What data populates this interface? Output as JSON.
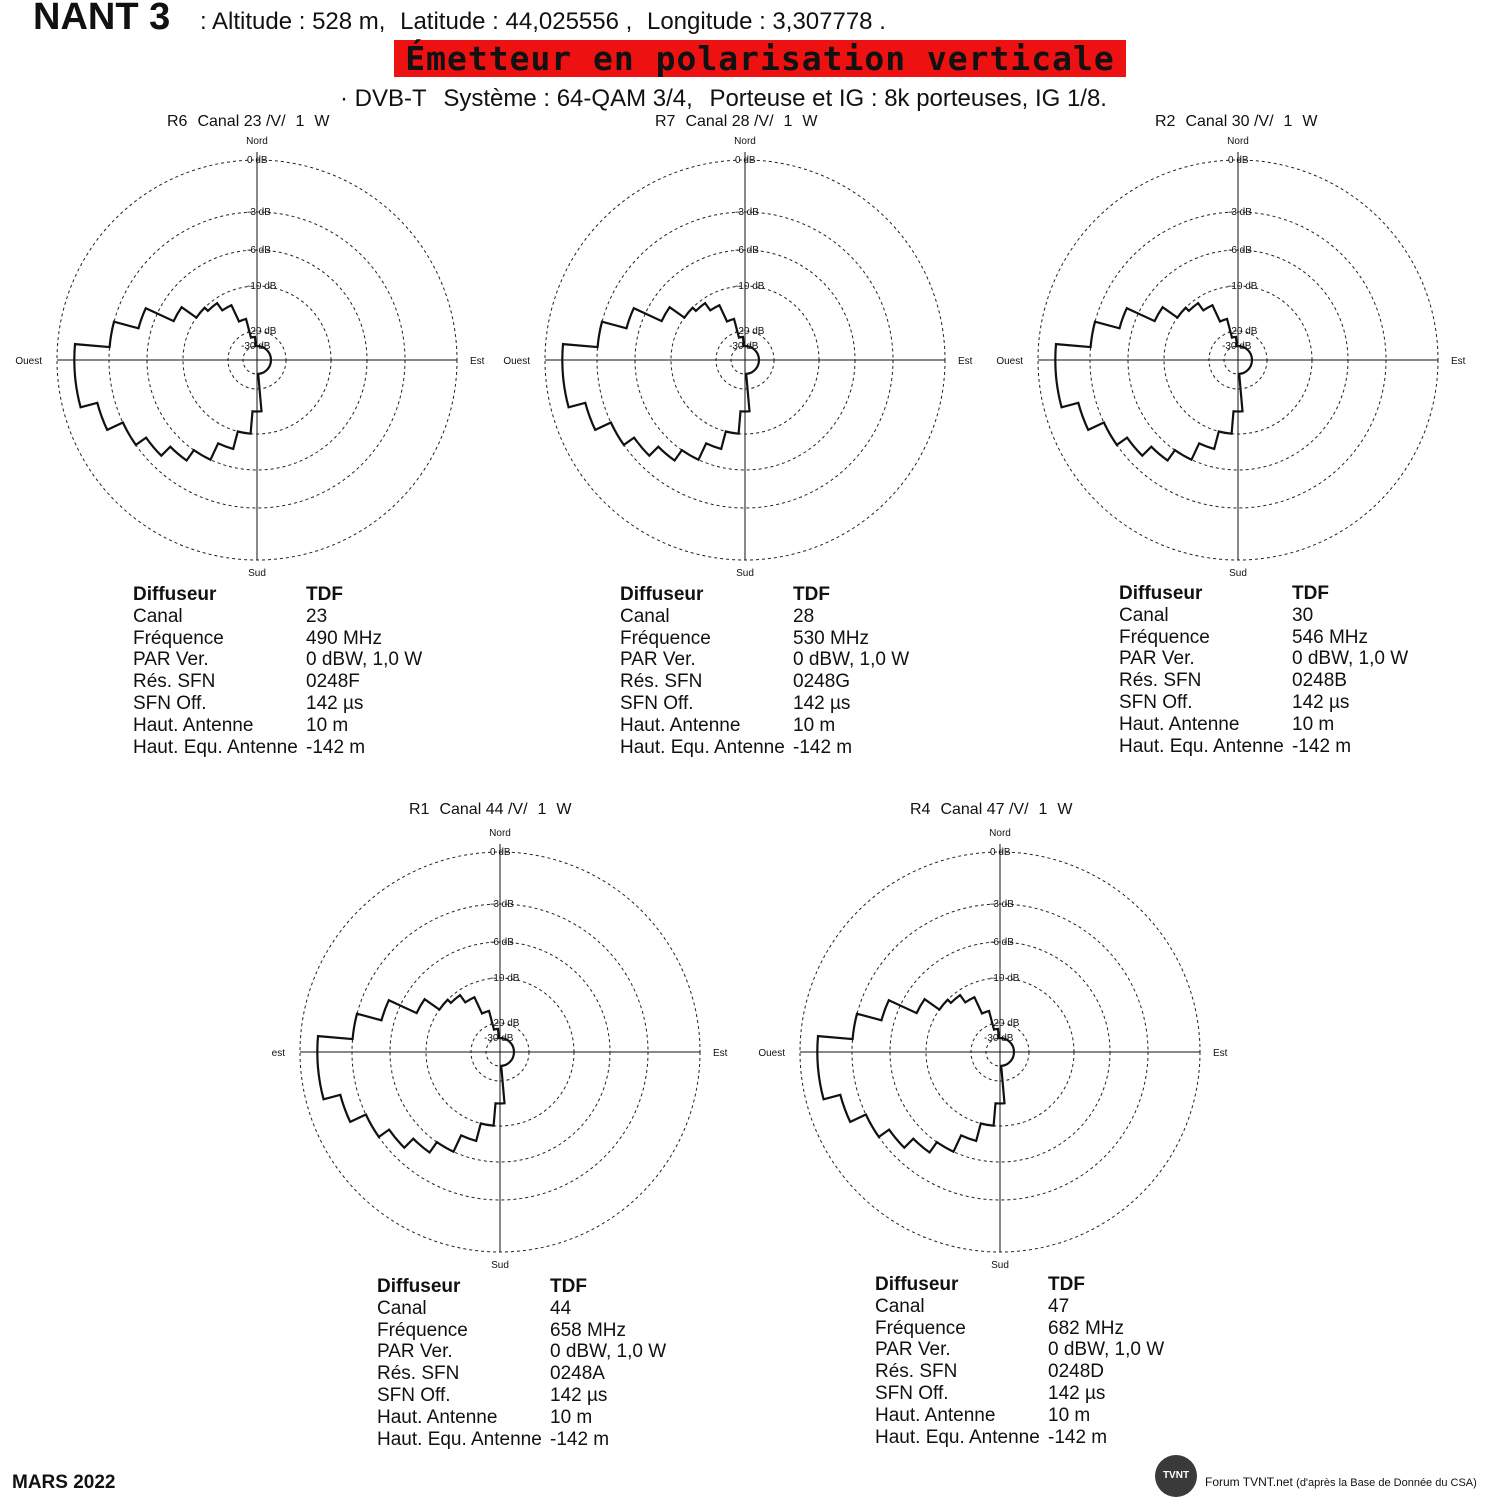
{
  "header": {
    "site_name": "NANT 3",
    "altitude": ": Altitude : 528 m,",
    "latitude": "Latitude : 44,025556 ,",
    "longitude": "Longitude : 3,307778 .",
    "polarisation": "Émetteur en polarisation verticale",
    "system_prefix": "· DVB-T",
    "system": "Système : 64-QAM 3/4,",
    "carriers": "Porteuse et IG : 8k porteuses, IG 1/8."
  },
  "ring_labels": [
    "0 dB",
    "-3 dB",
    "-6 dB",
    "-10 dB",
    "-20 dB",
    "-30 dB"
  ],
  "ring_levels_db": [
    0,
    -3,
    -6,
    -10,
    -20,
    -30
  ],
  "info_labels": [
    "Diffuseur",
    "Canal",
    "Fréquence",
    "PAR Ver.",
    "Rés. SFN",
    "SFN Off.",
    "Haut. Antenne",
    "Haut. Equ. Antenne"
  ],
  "pattern": {
    "bearing_deg": [
      0,
      10,
      20,
      30,
      40,
      50,
      60,
      70,
      80,
      90,
      100,
      110,
      120,
      130,
      140,
      150,
      160,
      170,
      180,
      190,
      200,
      210,
      220,
      230,
      240,
      250,
      260,
      270,
      280,
      290,
      300,
      310,
      320,
      330,
      340,
      350
    ],
    "relative_db": [
      -30,
      -29,
      -29,
      -28,
      -29,
      -30,
      -30,
      -30,
      -29,
      -29,
      -30,
      -30,
      -29,
      -30,
      -30,
      -30,
      -29,
      -30,
      -15,
      -10,
      -8,
      -6,
      -5,
      -4,
      -3,
      -2,
      -1,
      -1,
      -3,
      -5,
      -8,
      -10,
      -11,
      -13,
      -17,
      -22
    ]
  },
  "antennas": [
    {
      "title": [
        "R6",
        "Canal 23 /V/",
        "1",
        "W"
      ],
      "directions": {
        "north": "Nord",
        "east": "Est",
        "south": "Sud",
        "west": "Ouest"
      },
      "info": {
        "diffuseur": "TDF",
        "canal": "23",
        "frequence": "490 MHz",
        "par": "0 dBW, 1,0 W",
        "res_sfn": "0248F",
        "sfn_off": "142 µs",
        "haut_antenne": "10 m",
        "haut_equ": "-142 m"
      }
    },
    {
      "title": [
        "R7",
        "Canal 28 /V/",
        "1",
        "W"
      ],
      "directions": {
        "north": "Nord",
        "east": "Est",
        "south": "Sud",
        "west": "Ouest"
      },
      "info": {
        "diffuseur": "TDF",
        "canal": "28",
        "frequence": "530 MHz",
        "par": "0 dBW, 1,0 W",
        "res_sfn": "0248G",
        "sfn_off": "142 µs",
        "haut_antenne": "10 m",
        "haut_equ": "-142 m"
      }
    },
    {
      "title": [
        "R2",
        "Canal 30 /V/",
        "1",
        "W"
      ],
      "directions": {
        "north": "Nord",
        "east": "Est",
        "south": "Sud",
        "west": "Ouest"
      },
      "info": {
        "diffuseur": "TDF",
        "canal": "30",
        "frequence": "546 MHz",
        "par": "0 dBW, 1,0 W",
        "res_sfn": "0248B",
        "sfn_off": "142 µs",
        "haut_antenne": "10 m",
        "haut_equ": "-142 m"
      }
    },
    {
      "title": [
        "R1",
        "Canal 44 /V/",
        "1",
        "W"
      ],
      "directions": {
        "north": "Nord",
        "east": "Est",
        "south": "Sud",
        "west": "est"
      },
      "info": {
        "diffuseur": "TDF",
        "canal": "44",
        "frequence": "658 MHz",
        "par": "0 dBW, 1,0 W",
        "res_sfn": "0248A",
        "sfn_off": "142 µs",
        "haut_antenne": "10 m",
        "haut_equ": "-142 m"
      }
    },
    {
      "title": [
        "R4",
        "Canal 47 /V/",
        "1",
        "W"
      ],
      "directions": {
        "north": "Nord",
        "east": "Est",
        "south": "Sud",
        "west": "Ouest"
      },
      "info": {
        "diffuseur": "TDF",
        "canal": "47",
        "frequence": "682 MHz",
        "par": "0 dBW, 1,0 W",
        "res_sfn": "0248D",
        "sfn_off": "142 µs",
        "haut_antenne": "10 m",
        "haut_equ": "-142 m"
      }
    }
  ],
  "footer": {
    "date": "MARS 2022",
    "logo_text": "TVNT",
    "credit": "Forum TVNT.net",
    "credit_source": "(d'après la Base de Donnée du CSA)"
  }
}
